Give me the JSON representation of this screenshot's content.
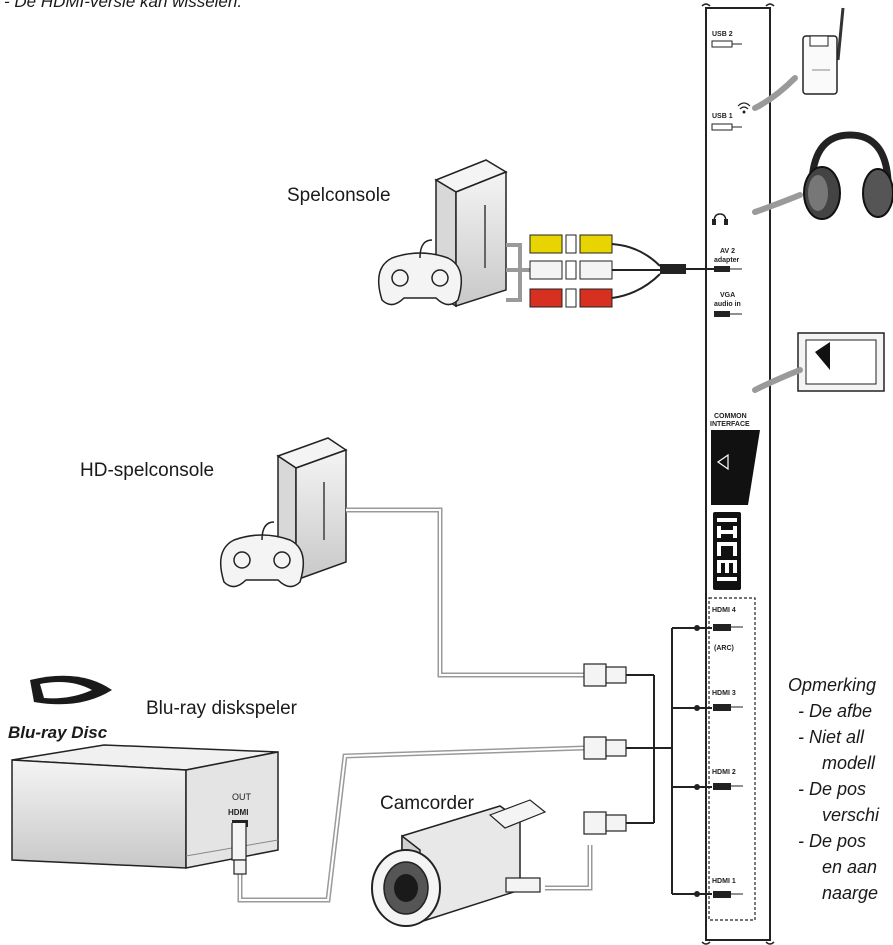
{
  "top_note": "- De HDMI-versie kan wisselen.",
  "devices": {
    "game_console": "Spelconsole",
    "hd_game_console": "HD-spelconsole",
    "bluray_player": "Blu-ray diskspeler",
    "bluray_logo": "Blu-ray Disc",
    "camcorder": "Camcorder"
  },
  "tv_panel_ports": {
    "usb2": "USB 2",
    "usb1": "USB 1",
    "av2_line1": "AV 2",
    "av2_line2": "adapter",
    "vga_line1": "VGA",
    "vga_line2": "audio in",
    "ci_line1": "COMMON",
    "ci_line2": "INTERFACE",
    "hdmi4": "HDMI 4",
    "hdmi4_arc": "(ARC)",
    "hdmi3": "HDMI 3",
    "hdmi2": "HDMI 2",
    "hdmi1": "HDMI 1"
  },
  "bluray_box": {
    "out": "OUT",
    "hdmi": "HDMI"
  },
  "notes": {
    "title": "Opmerking",
    "lines": [
      "- De afbe",
      "- Niet all",
      "modell",
      "- De pos",
      "verschi",
      "- De pos",
      "en aan",
      "naarge"
    ]
  },
  "colors": {
    "rca_yellow": "#e8d400",
    "rca_white": "#f4f4f4",
    "rca_red": "#d83020",
    "line_gray": "#9a9a9a"
  }
}
